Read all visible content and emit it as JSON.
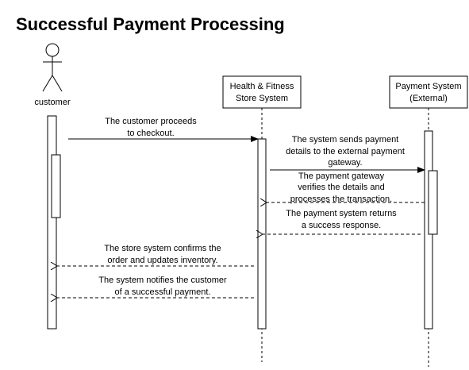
{
  "title": "Successful Payment Processing",
  "actors": {
    "customer": "customer",
    "store_line1": "Health & Fitness",
    "store_line2": "Store System",
    "payment_line1": "Payment System",
    "payment_line2": "(External)"
  },
  "messages": {
    "m1": [
      "The customer proceeds",
      "to checkout."
    ],
    "m2": [
      "The system sends payment",
      "details to the external payment",
      "gateway."
    ],
    "m3": [
      "The payment gateway",
      "verifies the details and",
      "processes the transaction."
    ],
    "m4": [
      "The payment system returns",
      "a success response."
    ],
    "m5": [
      "The store system confirms the",
      "order and updates inventory."
    ],
    "m6": [
      "The system notifies the customer",
      "of a successful payment."
    ]
  }
}
